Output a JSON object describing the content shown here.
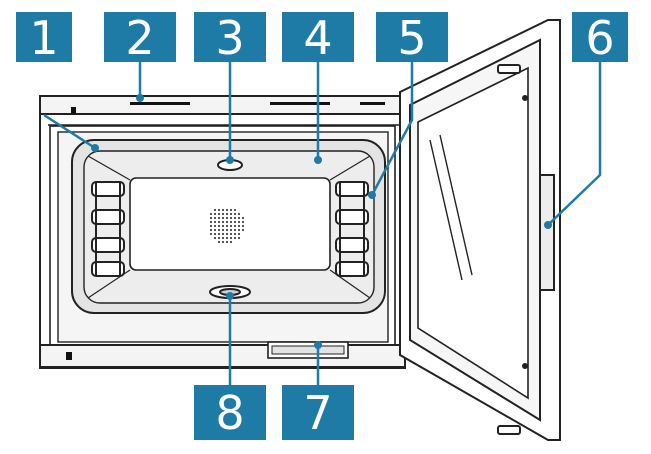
{
  "figure": {
    "description_text": "",
    "callouts": [
      {
        "number": "1",
        "target": "oven-cavity-corner"
      },
      {
        "number": "2",
        "target": "control-panel-strip"
      },
      {
        "number": "3",
        "target": "top-lamp"
      },
      {
        "number": "4",
        "target": "cavity-ceiling"
      },
      {
        "number": "5",
        "target": "side-shelf-rails"
      },
      {
        "number": "6",
        "target": "door-handle"
      },
      {
        "number": "7",
        "target": "bottom-front-vent"
      },
      {
        "number": "8",
        "target": "bottom-heating-element"
      }
    ]
  },
  "colors": {
    "callout": "#1d7ba6",
    "outline": "#222222",
    "cavity_fill": "#e6e6e6",
    "panel_fill": "#f4f4f4"
  }
}
